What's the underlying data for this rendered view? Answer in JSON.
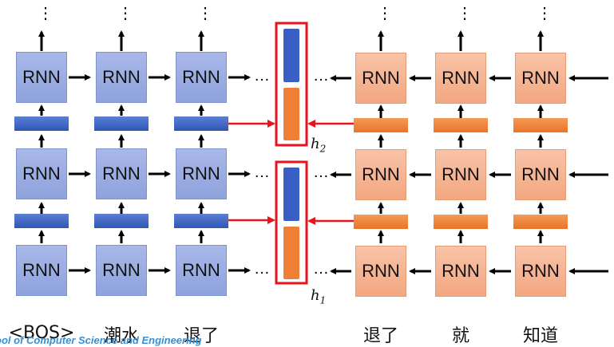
{
  "rnn_label": "RNN",
  "ellipsis": "…",
  "vertical_ellipsis": "⋮",
  "inputs_forward": [
    "<BOS>",
    "潮水",
    "退了"
  ],
  "inputs_backward": [
    "退了",
    "就",
    "知道"
  ],
  "hidden_labels": [
    {
      "var": "h",
      "sub": "2"
    },
    {
      "var": "h",
      "sub": "1"
    }
  ],
  "footer": "ool of Computer Science and Engineering",
  "colors": {
    "forward": "#8ea2dc",
    "forward_vector": "#3a5fc4",
    "backward": "#f3a780",
    "backward_vector": "#ee7f35",
    "connector": "#e8141c",
    "highlight_box": "#e8141c"
  }
}
